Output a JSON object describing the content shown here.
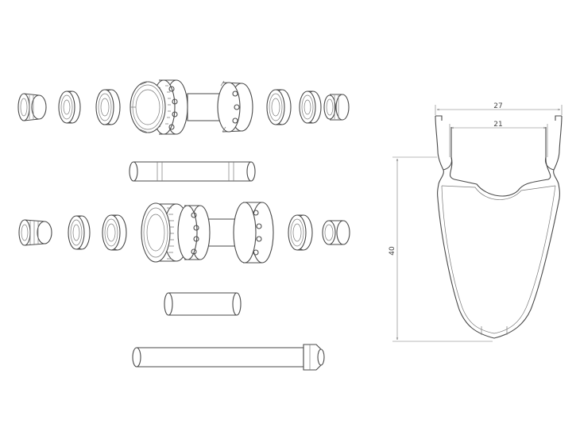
{
  "diagram": {
    "type": "exploded technical drawing: bicycle hubs with bearings, end caps and axles; carbon rim cross-section",
    "rim_dimensions": {
      "outer_width": "27",
      "inner_width": "21",
      "depth": "40"
    },
    "parts": {
      "front_hub_row": [
        "end-cap",
        "bearing",
        "bearing",
        "front-hub-body",
        "bearing",
        "bearing",
        "end-cap"
      ],
      "front_axle": "front-axle",
      "rear_hub_row": [
        "end-cap",
        "bearing",
        "bearing",
        "freehub-body",
        "rear-hub-shell",
        "bearing",
        "spacer"
      ],
      "rear_axle_sleeve": "rear-axle-sleeve",
      "rear_axle": "rear-axle"
    }
  }
}
